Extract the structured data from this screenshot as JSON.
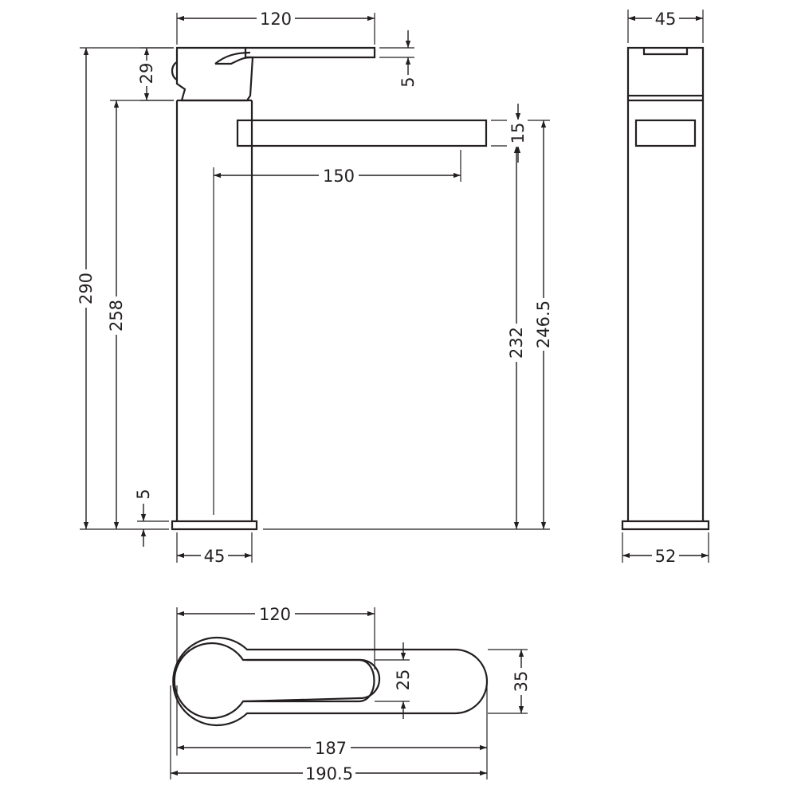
{
  "dimensions": {
    "front_handle_length": "120",
    "front_handle_height": "29",
    "front_lever_thickness": "5",
    "front_total_height": "290",
    "front_body_height": "258",
    "front_spout_thickness": "15",
    "front_spout_reach": "150",
    "front_spout_clearance": "232",
    "front_spout_top_height": "246.5",
    "front_base_plate_height": "5",
    "front_body_width": "45",
    "side_handle_width": "45",
    "side_base_width": "52",
    "top_handle_length": "120",
    "top_lever_width": "25",
    "top_spout_width": "35",
    "top_overall_length": "187",
    "top_total_length": "190.5"
  },
  "colors": {
    "line": "#231f20",
    "background": "#ffffff"
  }
}
